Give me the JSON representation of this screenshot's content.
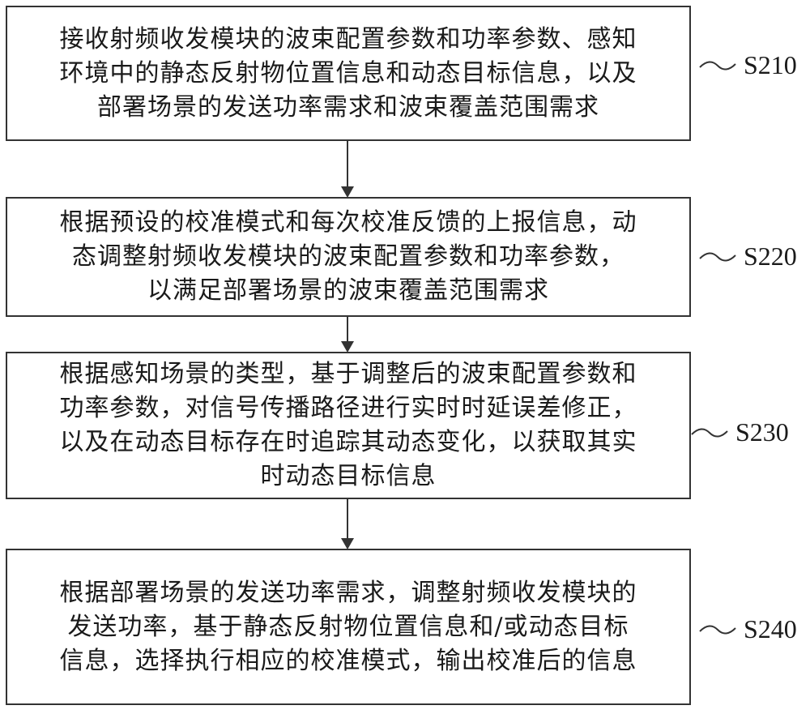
{
  "steps": [
    {
      "id": "S210",
      "lines": [
        "接收射频收发模块的波束配置参数和功率参数、感知",
        "环境中的静态反射物位置信息和动态目标信息，以及",
        "部署场景的发送功率需求和波束覆盖范围需求"
      ]
    },
    {
      "id": "S220",
      "lines": [
        "根据预设的校准模式和每次校准反馈的上报信息，动",
        "态调整射频收发模块的波束配置参数和功率参数，",
        "以满足部署场景的波束覆盖范围需求"
      ]
    },
    {
      "id": "S230",
      "lines": [
        "根据感知场景的类型，基于调整后的波束配置参数和",
        "功率参数，对信号传播路径进行实时时延误差修正，",
        "以及在动态目标存在时追踪其动态变化，以获取其实",
        "时动态目标信息"
      ]
    },
    {
      "id": "S240",
      "lines": [
        "根据部署场景的发送功率需求，调整射频收发模块的",
        "发送功率，基于静态反射物位置信息和/或动态目标",
        "信息，选择执行相应的校准模式，输出校准后的信息"
      ]
    }
  ]
}
